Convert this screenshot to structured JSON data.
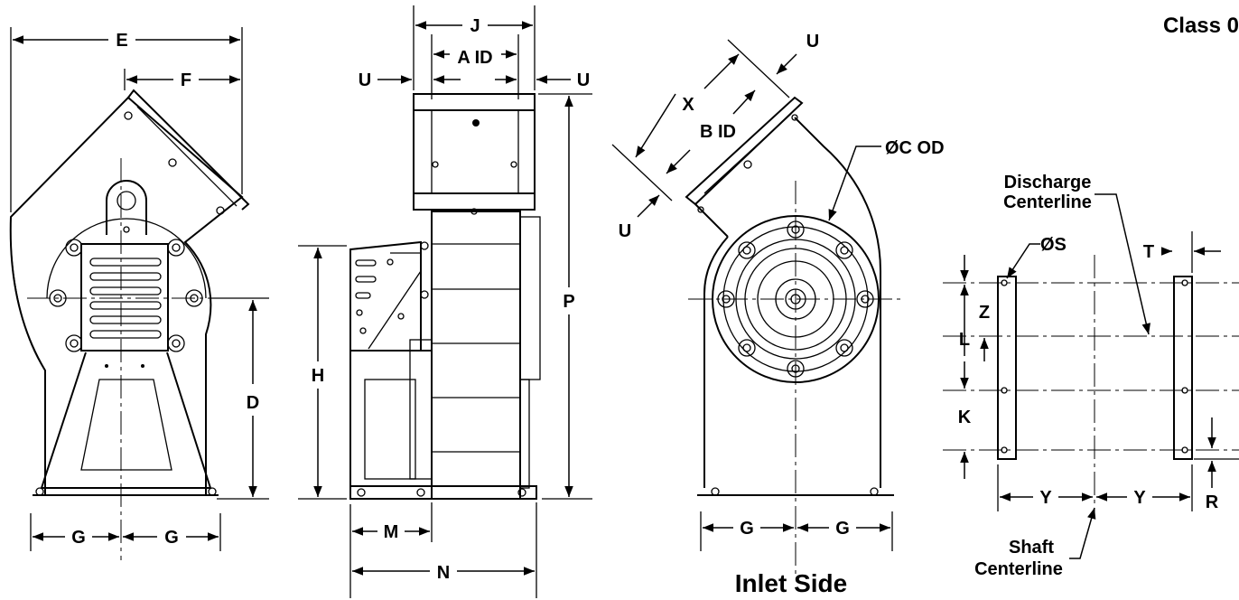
{
  "header": {
    "class_label": "Class 0"
  },
  "dims": {
    "E": "E",
    "F": "F",
    "G": "G",
    "D": "D",
    "J": "J",
    "A_ID": "A ID",
    "U": "U",
    "P": "P",
    "H": "H",
    "M": "M",
    "N": "N",
    "X": "X",
    "B_ID": "B ID",
    "C_OD": "ØC OD",
    "S": "ØS",
    "T": "T",
    "Z": "Z",
    "L": "L",
    "K": "K",
    "R": "R",
    "Y": "Y"
  },
  "notes": {
    "discharge_centerline": [
      "Discharge",
      "Centerline"
    ],
    "shaft_centerline": [
      "Shaft",
      "Centerline"
    ]
  },
  "views": {
    "inlet_side": "Inlet Side"
  }
}
